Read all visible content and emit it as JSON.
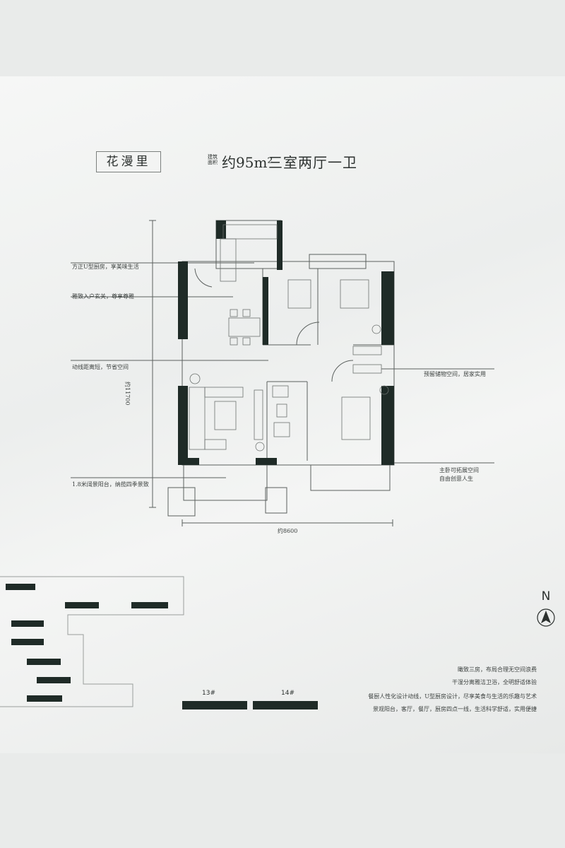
{
  "header": {
    "project_name": "花漫里",
    "area_label": "建筑面积",
    "area_value": "约95m²",
    "layout_type": "三室两厅一卫"
  },
  "dimensions": {
    "height": "约11700",
    "width": "约8600"
  },
  "callouts": [
    "方正U型厨房，享美味生活",
    "雅致入户玄关，尊享尊雅",
    "动线距离短，节省空间",
    "1.8米阔景阳台，纳揽四季景致",
    "预留储物空间，居家实用",
    "主卧可拓展空间",
    "自由创意人生"
  ],
  "compass": {
    "label": "N"
  },
  "site_plan": {
    "buildings": [
      "13#",
      "14#"
    ]
  },
  "description": [
    "瞰致三房，布局合理无空间浪费",
    "干湿分离雅洁卫浴，全明舒适体验",
    "餐厨人性化设计动线，U型厨房设计，尽享美食与生活的乐趣与艺术",
    "景观阳台，客厅，餐厅，厨房四点一线，生活科学舒适，实用便捷"
  ],
  "colors": {
    "wall": "#1f2b27",
    "line": "#5b605e",
    "paper": "#f4f5f4"
  }
}
